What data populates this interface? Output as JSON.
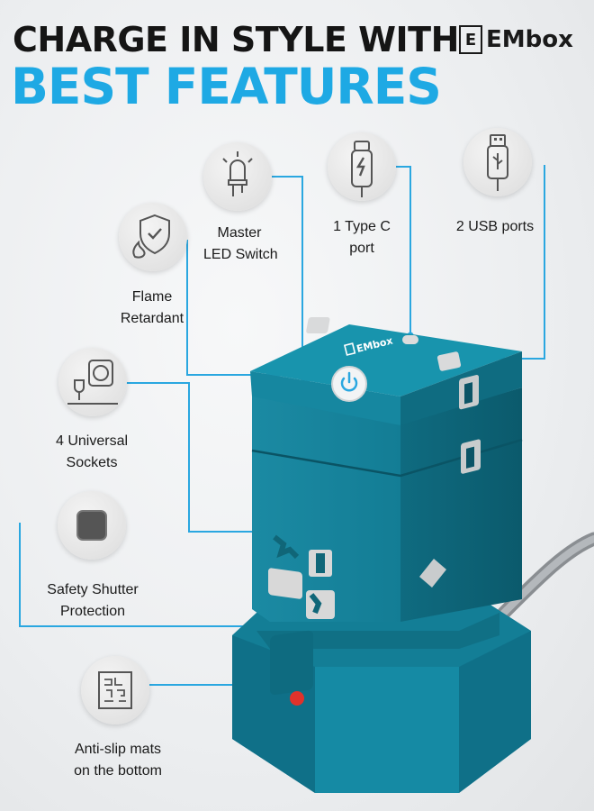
{
  "headline": {
    "line1": "CHARGE IN STYLE WITH",
    "line2": "BEST FEATURES"
  },
  "brand": {
    "logo_letter": "E",
    "logo_text": "EMbox",
    "device_logo": "EMbox"
  },
  "features": [
    {
      "id": "led-switch",
      "icon": "led-bulb-icon",
      "lines": [
        "Master",
        "LED Switch"
      ]
    },
    {
      "id": "type-c",
      "icon": "type-c-cable-icon",
      "lines": [
        "1 Type C",
        "port"
      ]
    },
    {
      "id": "usb",
      "icon": "usb-cable-icon",
      "lines": [
        "2 USB ports"
      ]
    },
    {
      "id": "flame",
      "icon": "flame-shield-icon",
      "lines": [
        "Flame",
        "Retardant"
      ]
    },
    {
      "id": "sockets",
      "icon": "wall-socket-icon",
      "lines": [
        "4 Universal",
        "Sockets"
      ]
    },
    {
      "id": "shutter",
      "icon": "safety-shutter-icon",
      "lines": [
        "Safety Shutter",
        "Protection"
      ]
    },
    {
      "id": "mats",
      "icon": "anti-slip-mat-icon",
      "lines": [
        "Anti-slip mats",
        "on the bottom"
      ]
    }
  ],
  "colors": {
    "accent": "#1ea9e4",
    "device": "#137e96",
    "device_dark": "#0e5f72",
    "text": "#151515"
  }
}
